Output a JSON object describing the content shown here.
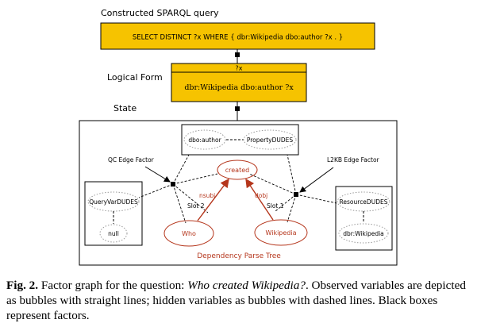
{
  "diagram": {
    "labels": {
      "sparql_heading": "Constructed SPARQL query",
      "logical_form_heading": "Logical Form",
      "state_heading": "State",
      "qc_edge_factor": "QC Edge Factor",
      "l2kb_edge_factor": "L2KB Edge Factor",
      "dependency_parse_tree": "Dependency Parse Tree"
    },
    "sparql_query": "SELECT DISTINCT ?x WHERE {  dbr:Wikipedia dbo:author ?x . }",
    "logical_form": {
      "header": "?x",
      "body": "dbr:Wikipedia dbo:author ?x"
    },
    "nodes": {
      "property_value": "dbo:author",
      "property_type": "PropertyDUDES",
      "query_var_type": "QueryVarDUDES",
      "query_var_value": "null",
      "resource_type": "ResourceDUDES",
      "resource_value": "dbr:Wikipedia",
      "created": "created",
      "who": "Who",
      "wikipedia": "Wikipedia"
    },
    "edges": {
      "nsubj": "nsubj",
      "dobj": "dobj",
      "slot2": "Slot 2",
      "slot1": "Slot 1"
    },
    "colors": {
      "box_fill": "#f6c300",
      "parse_tree": "#b5361c",
      "line": "#000000",
      "dotted_bubble": "#9a9a9a"
    }
  },
  "caption": {
    "label": "Fig. 2.",
    "text1": " Factor graph for the question: ",
    "question": "Who created Wikipedia?",
    "text2": ". Observed variables are depicted as bubbles with straight lines; hidden variables as bubbles with dashed lines. Black boxes represent factors."
  }
}
